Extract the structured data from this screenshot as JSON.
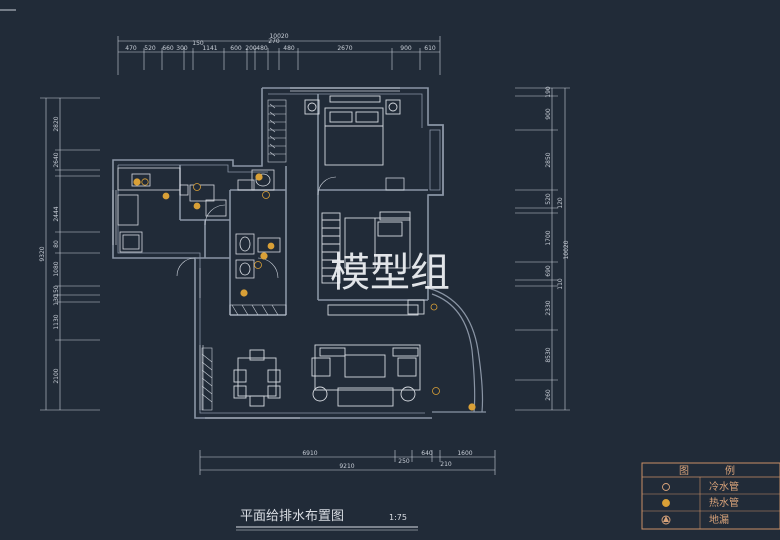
{
  "drawing": {
    "title": "平面给排水布置图",
    "scale": "1:75",
    "watermark": "模型组"
  },
  "dims_top": {
    "overall": "10020",
    "sub": "150",
    "segments": [
      "470",
      "520",
      "660",
      "300",
      "1141",
      "600",
      "200",
      "480",
      "270",
      "480",
      "2670",
      "900",
      "610"
    ]
  },
  "dims_bottom": {
    "left_span": "6910",
    "overall": "9210",
    "segments": [
      "250",
      "640",
      "210",
      "1600"
    ]
  },
  "dims_left": {
    "overall": "9320",
    "segments": [
      "2820",
      "2640",
      "2444",
      "80",
      "1080",
      "150",
      "130",
      "1130",
      "2100"
    ]
  },
  "dims_right": {
    "overall": "10020",
    "segments": [
      "190",
      "900",
      "2850",
      "520",
      "120",
      "1700",
      "690",
      "110",
      "2330",
      "8530",
      "260"
    ]
  },
  "legend": {
    "header": [
      "图",
      "例"
    ],
    "items": [
      {
        "symbol": "open-circle-icon",
        "label": "冷水管"
      },
      {
        "symbol": "filled-circle-icon",
        "label": "热水管"
      },
      {
        "symbol": "floor-drain-icon",
        "label": "地漏"
      }
    ]
  },
  "colors": {
    "background": "#212b38",
    "lines": "#c9cfd8",
    "walls": "#8a95a5",
    "legend_border": "#c98f66",
    "hot_pipe": "#d9a037"
  }
}
